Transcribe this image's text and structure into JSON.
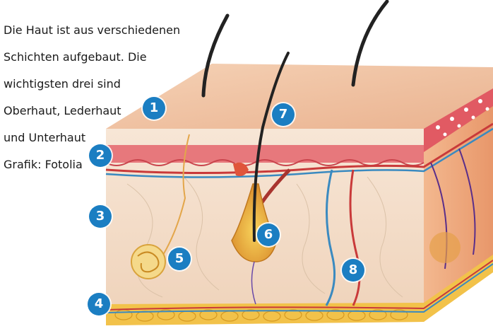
{
  "caption": {
    "lines": [
      "Die Haut ist aus verschiedenen",
      "Schichten aufgebaut. Die",
      "wichtigsten drei sind",
      "Oberhaut, Lederhaut",
      "und Unterhaut",
      "Grafik: Fotolia"
    ]
  },
  "markers": [
    {
      "num": "1"
    },
    {
      "num": "2"
    },
    {
      "num": "3"
    },
    {
      "num": "4"
    },
    {
      "num": "5"
    },
    {
      "num": "6"
    },
    {
      "num": "7"
    },
    {
      "num": "8"
    }
  ],
  "colors": {
    "marker_blue": "#1b7ec2",
    "skin_top": "#f1c7a6",
    "skin_front": "#f6e2cf",
    "epidermis_red": "#e0626a",
    "fat_yellow": "#f2c24a",
    "artery_red": "#c93a3a",
    "vein_blue": "#3a8ac0",
    "hair": "#222222"
  }
}
